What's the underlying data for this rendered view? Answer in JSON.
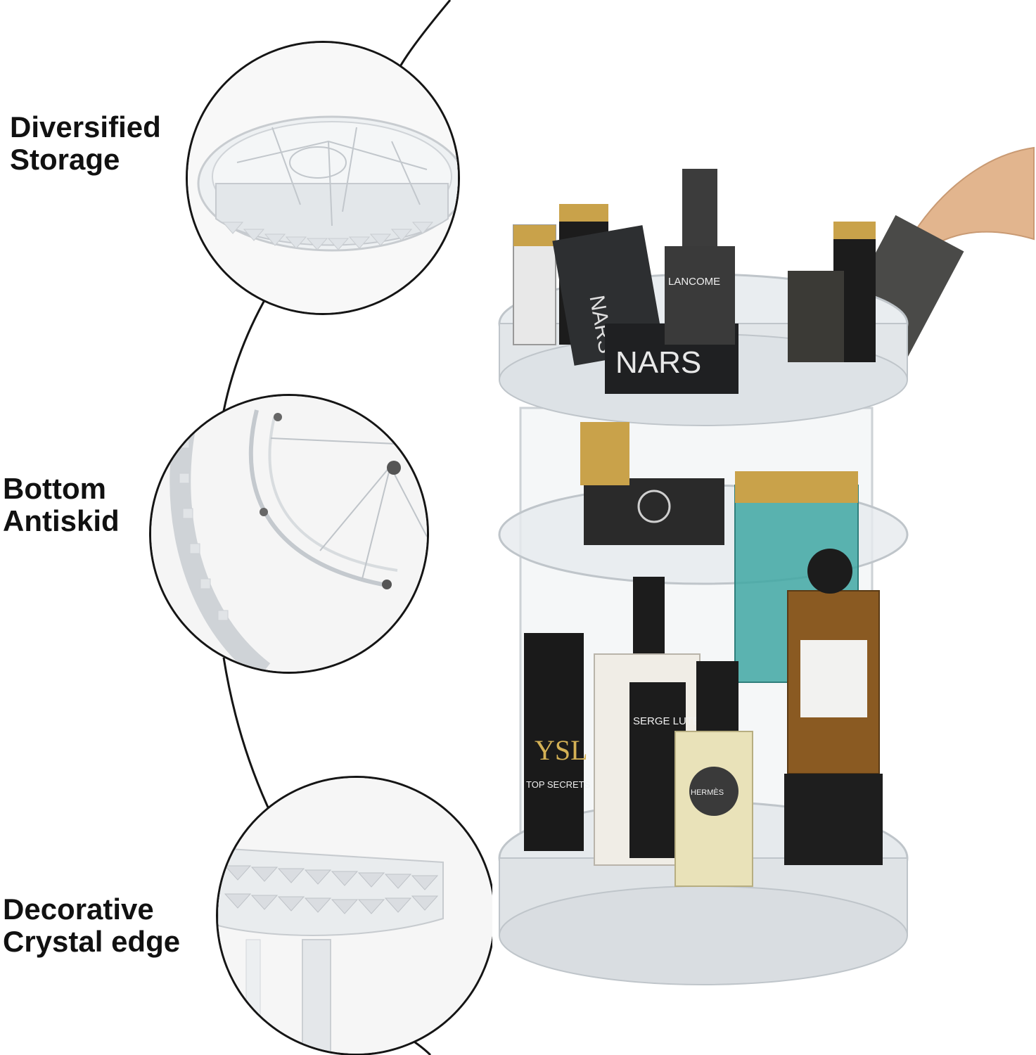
{
  "features": [
    {
      "line1": "Diversified",
      "line2": "Storage",
      "icon": "storage-tray-detail"
    },
    {
      "line1": "Bottom",
      "line2": "Antiskid",
      "icon": "antiskid-base-detail"
    },
    {
      "line1": "Decorative",
      "line2": "Crystal edge",
      "icon": "crystal-edge-detail"
    }
  ],
  "product": {
    "brands": [
      "NARS",
      "NARS",
      "LANCOME",
      "YSL",
      "TOP SECRETS",
      "SERGE LUTENS",
      "HERMÈS"
    ]
  },
  "colors": {
    "background": "#ffffff",
    "text": "#111111",
    "outline": "#151515",
    "acrylic": "#e8ecef",
    "gold": "#c9a24a",
    "black": "#1c1c1c",
    "teal": "#3fa7a3",
    "amber": "#8a5a22"
  }
}
